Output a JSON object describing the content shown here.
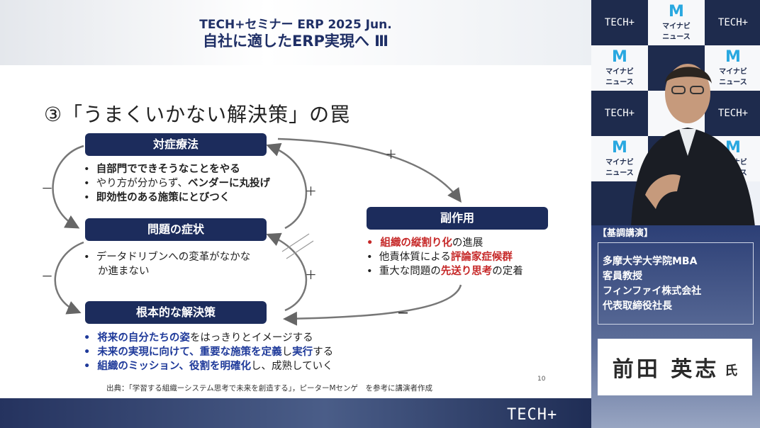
{
  "header": {
    "line1": "TECH+セミナー ERP 2025 Jun.",
    "line2": "自社に適したERP実現へ Ⅲ"
  },
  "slide": {
    "title": "③「うまくいかない解決策」の罠",
    "box1": {
      "label": "対症療法",
      "bullets": [
        [
          "",
          "自部門でできそうなことをやる",
          ""
        ],
        [
          "やり方が分からず、",
          "ベンダーに丸投げ",
          ""
        ],
        [
          "",
          "即効性のある施策にとびつく",
          ""
        ]
      ]
    },
    "box2": {
      "label": "問題の症状",
      "bullet_line1": "データドリブンへの変革がなかな",
      "bullet_line2": "か進まない"
    },
    "box3": {
      "label": "根本的な解決策",
      "b1_hl": "将来の自分たちの姿",
      "b1_rest": "をはっきりとイメージする",
      "b2_hl1": "未来の実現に向けて、重要な施策を定義",
      "b2_mid": "し",
      "b2_hl2": "実行",
      "b2_rest": "する",
      "b3_hl": "組織のミッション、役割を明確化",
      "b3_rest": "し、成熟していく"
    },
    "box4": {
      "label": "副作用",
      "b1_hl": "組織の縦割り化",
      "b1_rest": "の進展",
      "b2_pre": "他責体質による",
      "b2_hl": "評論家症候群",
      "b3_pre": "重大な問題の",
      "b3_hl": "先送り思考",
      "b3_rest": "の定着"
    },
    "signs": {
      "minus": "－",
      "plus": "＋",
      "bottom_minus": "－"
    },
    "footer": "出典：「学習する組織ーシステム思考で未来を創造する」，ピーターMセンゲ　を参考に講演者作成",
    "page_number": "10",
    "brand": "TECH+"
  },
  "panel": {
    "logo_text": "マイナビ",
    "logo_sub": "ニュース",
    "tech_text": "TECH+",
    "kichou": "【基調講演】",
    "affiliation": [
      "多摩大学大学院MBA",
      "客員教授",
      "フィンファイ株式会社",
      "代表取締役社長"
    ],
    "name": "前田 英志",
    "name_suffix": "氏"
  },
  "colors": {
    "navy": "#1c2c5c",
    "red": "#c62828",
    "blue": "#1f3a9a",
    "brand_cyan": "#29a8e0"
  }
}
